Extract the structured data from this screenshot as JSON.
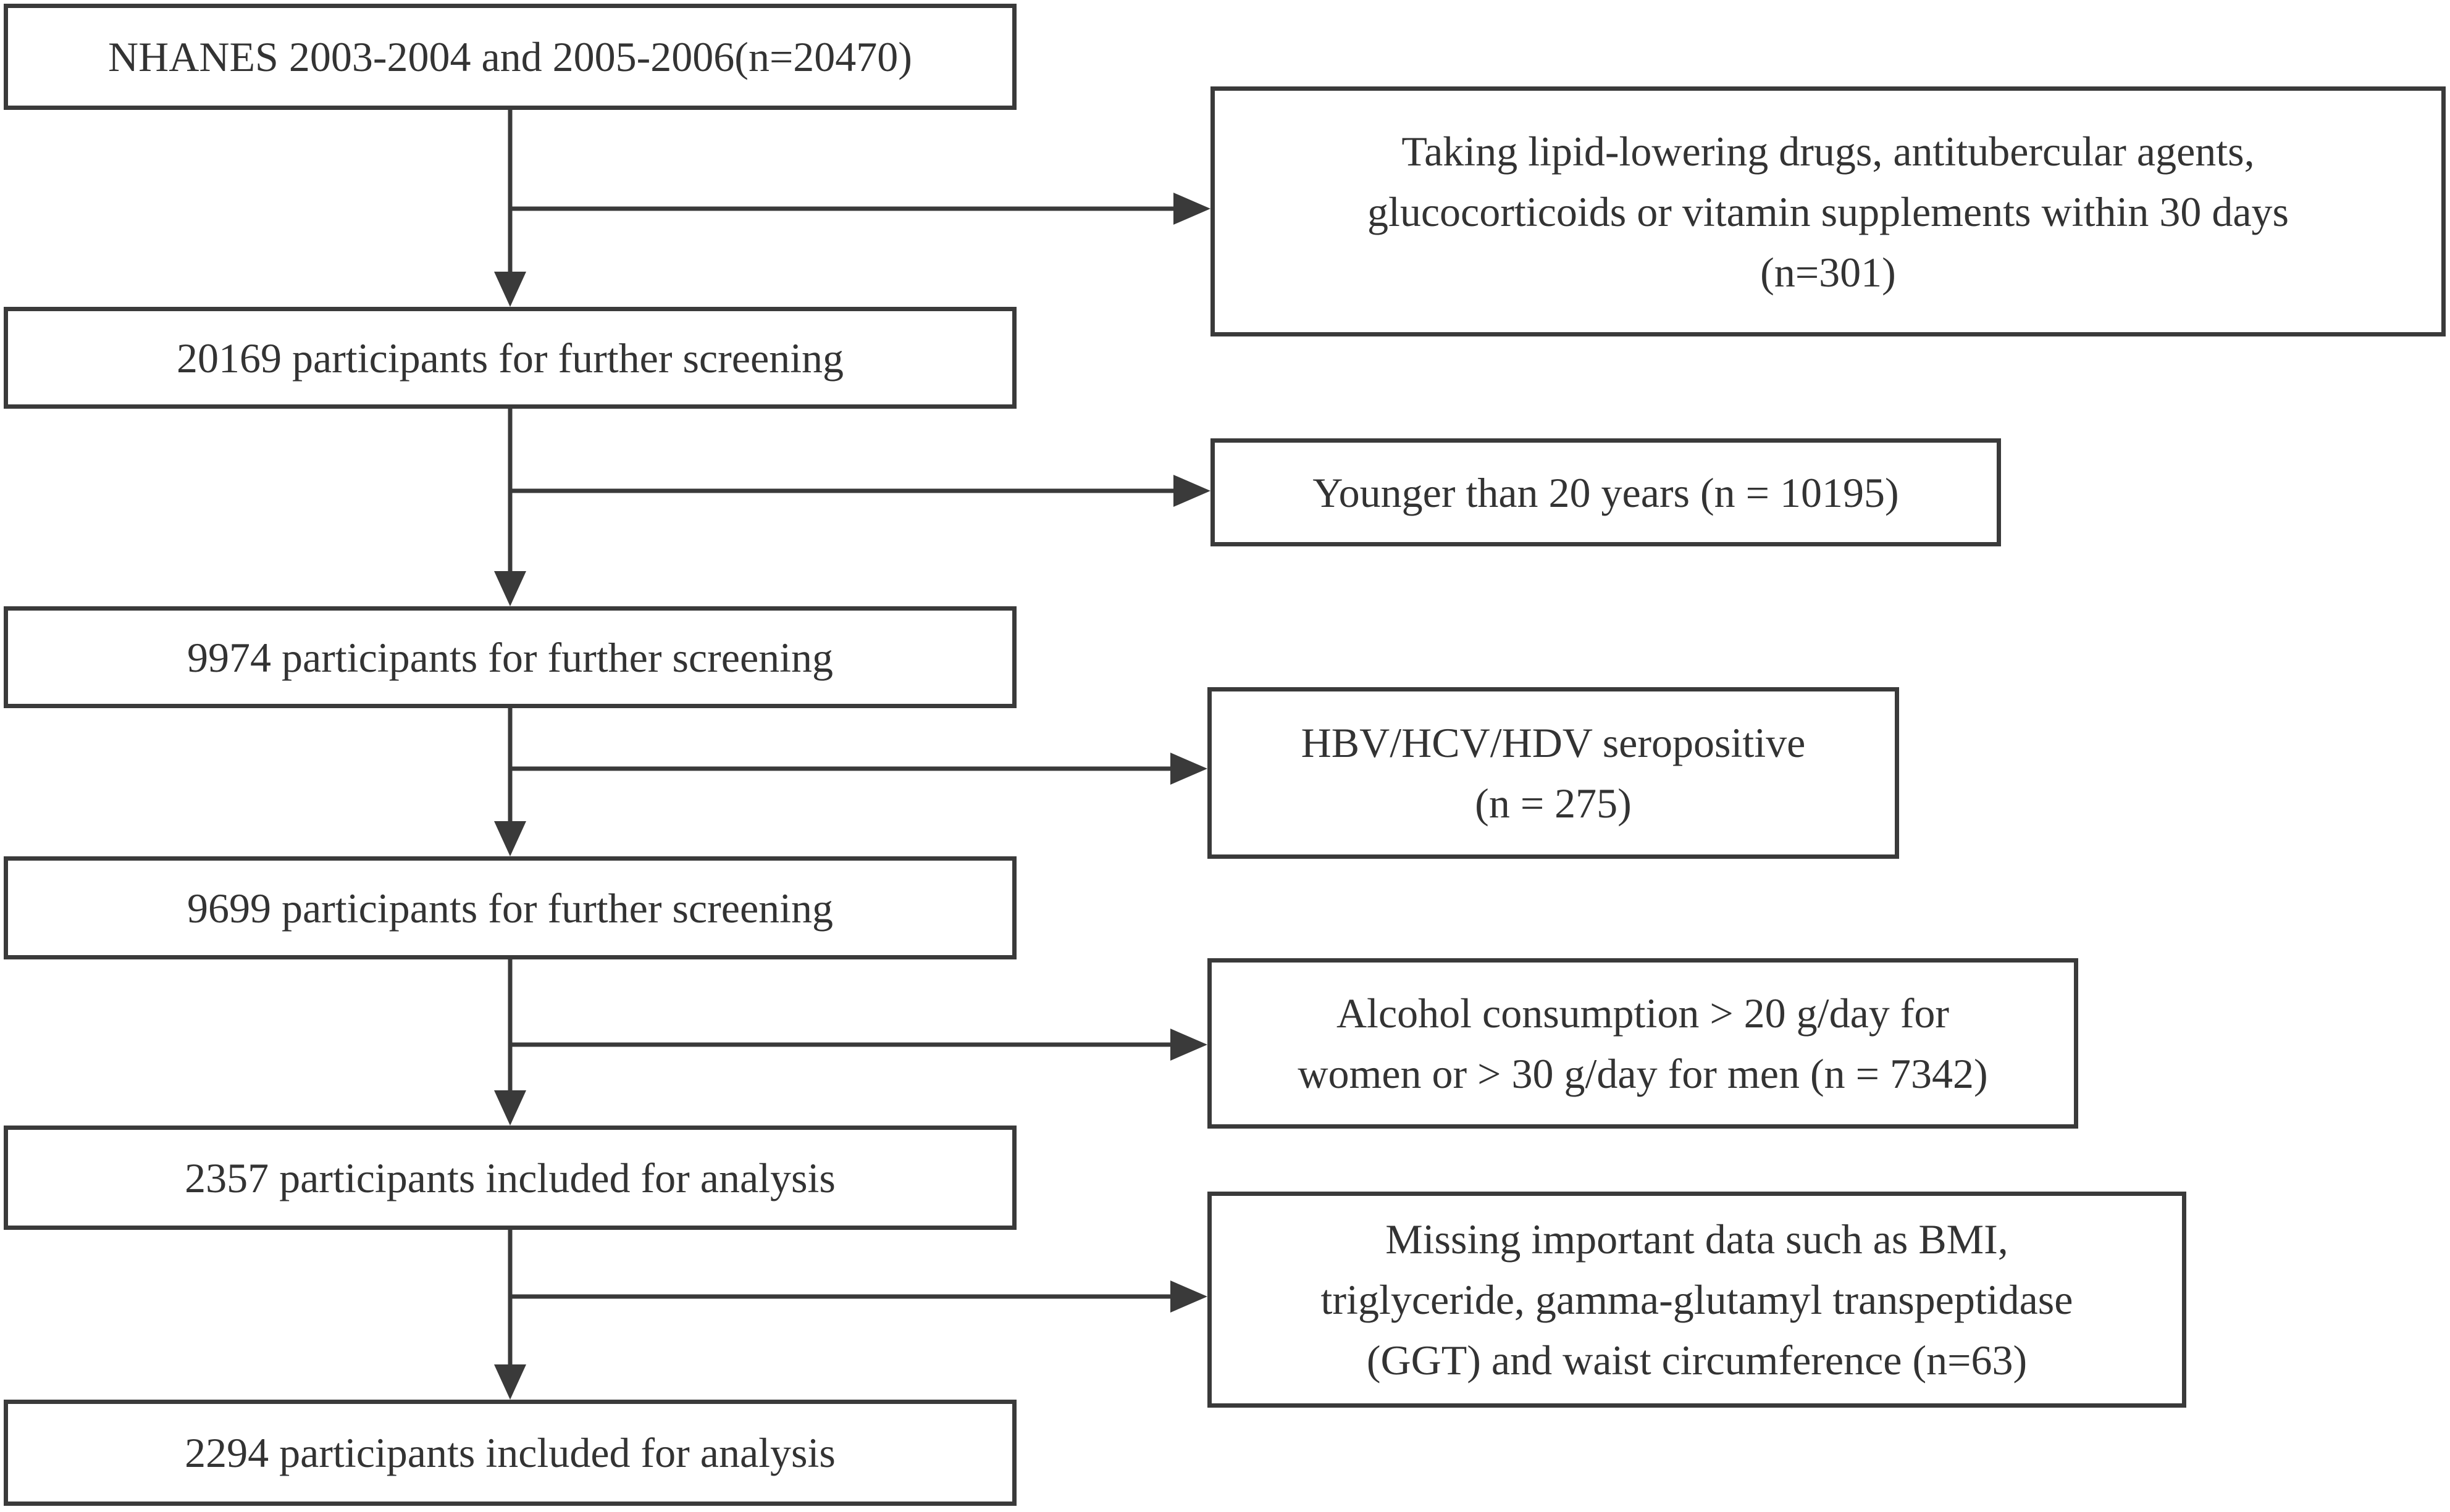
{
  "flow": {
    "main": [
      {
        "lines": [
          "NHANES 2003-2004 and 2005-2006(n=20470)"
        ]
      },
      {
        "lines": [
          "20169 participants for further screening"
        ]
      },
      {
        "lines": [
          "9974 participants for further screening"
        ]
      },
      {
        "lines": [
          "9699 participants for further screening"
        ]
      },
      {
        "lines": [
          "2357 participants included for analysis"
        ]
      },
      {
        "lines": [
          "2294 participants included for analysis"
        ]
      }
    ],
    "exclusions": [
      {
        "lines": [
          "Taking lipid-lowering drugs, antitubercular agents,",
          "glucocorticoids or vitamin supplements within 30 days",
          "(n=301)"
        ]
      },
      {
        "lines": [
          "Younger than 20 years (n = 10195)"
        ]
      },
      {
        "lines": [
          "HBV/HCV/HDV seropositive",
          "(n = 275)"
        ]
      },
      {
        "lines": [
          "Alcohol consumption  > 20 g/day for",
          "women or > 30 g/day for men (n = 7342)"
        ]
      },
      {
        "lines": [
          "Missing important data such as BMI,",
          "triglyceride, gamma-glutamyl transpeptidase",
          "(GGT) and waist circumference (n=63)"
        ]
      }
    ]
  }
}
